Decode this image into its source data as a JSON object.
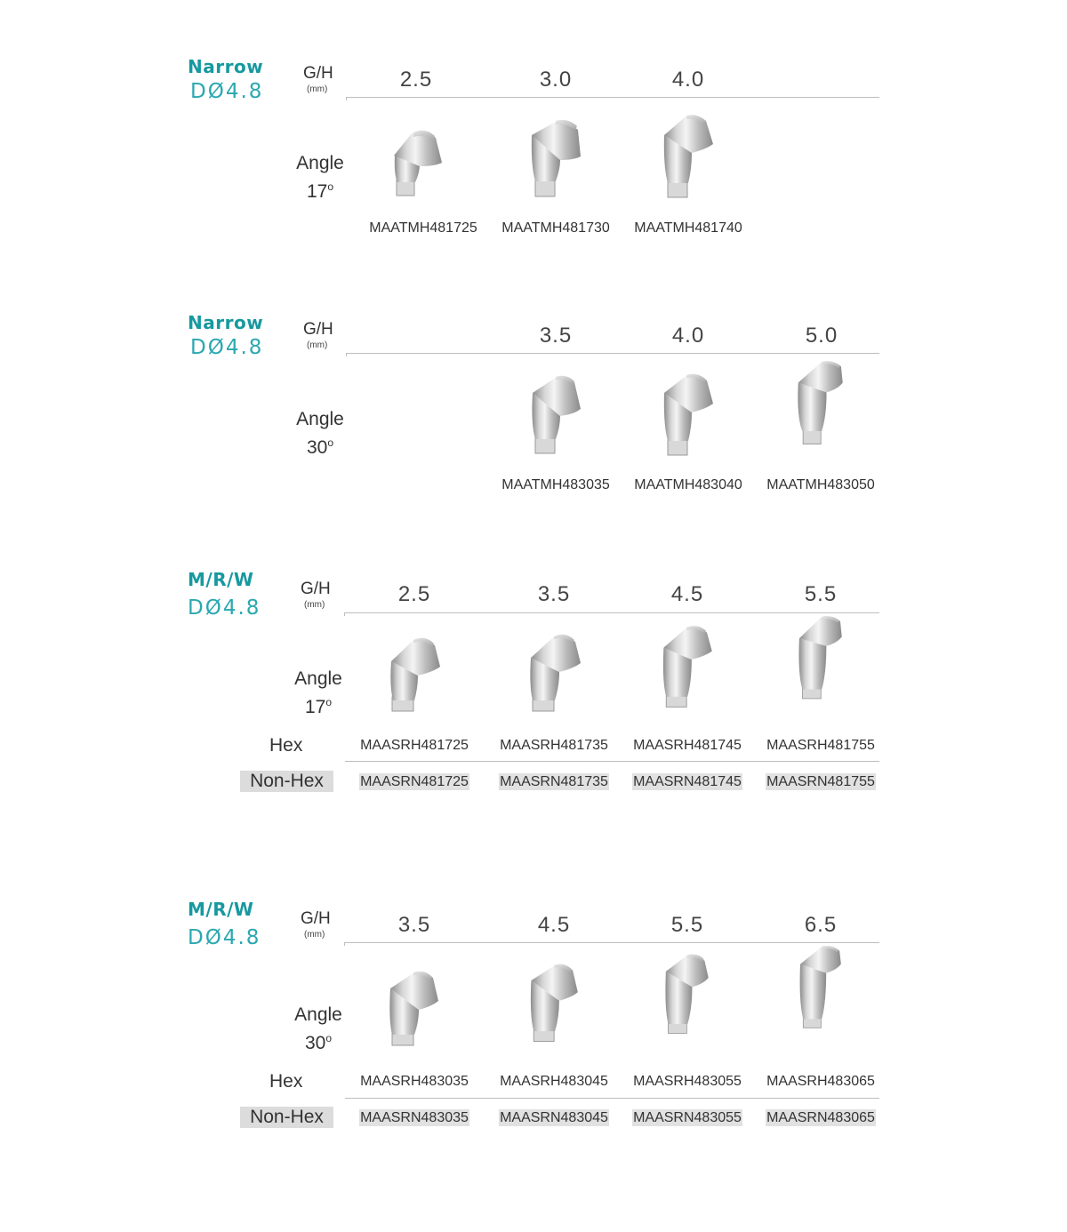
{
  "colors": {
    "title": "#17999f",
    "subtitle": "#2aa8b0"
  },
  "gh_label": "G/H",
  "mm_label": "(mm)",
  "angle_label": "Angle",
  "hex_label": "Hex",
  "nonhex_label": "Non-Hex",
  "sections": [
    {
      "title": "Narrow",
      "diameter": "DØ4.8",
      "angle_value": "17",
      "angle_unit": "o",
      "heights": [
        "2.5",
        "3.0",
        "4.0",
        ""
      ],
      "codes": [
        "MAATMH481725",
        "MAATMH481730",
        "MAATMH481740",
        ""
      ]
    },
    {
      "title": "Narrow",
      "diameter": "DØ4.8",
      "angle_value": "30",
      "angle_unit": "o",
      "heights": [
        "",
        "3.5",
        "4.0",
        "5.0"
      ],
      "codes": [
        "",
        "MAATMH483035",
        "MAATMH483040",
        "MAATMH483050"
      ]
    },
    {
      "title": "M/R/W",
      "diameter": "DØ4.8",
      "angle_value": "17",
      "angle_unit": "o",
      "heights": [
        "2.5",
        "3.5",
        "4.5",
        "5.5"
      ],
      "hex_codes": [
        "MAASRH481725",
        "MAASRH481735",
        "MAASRH481745",
        "MAASRH481755"
      ],
      "nonhex_codes": [
        "MAASRN481725",
        "MAASRN481735",
        "MAASRN481745",
        "MAASRN481755"
      ]
    },
    {
      "title": "M/R/W",
      "diameter": "DØ4.8",
      "angle_value": "30",
      "angle_unit": "o",
      "heights": [
        "3.5",
        "4.5",
        "5.5",
        "6.5"
      ],
      "hex_codes": [
        "MAASRH483035",
        "MAASRH483045",
        "MAASRH483055",
        "MAASRH483065"
      ],
      "nonhex_codes": [
        "MAASRN483035",
        "MAASRN483045",
        "MAASRN483055",
        "MAASRN483065"
      ]
    }
  ]
}
